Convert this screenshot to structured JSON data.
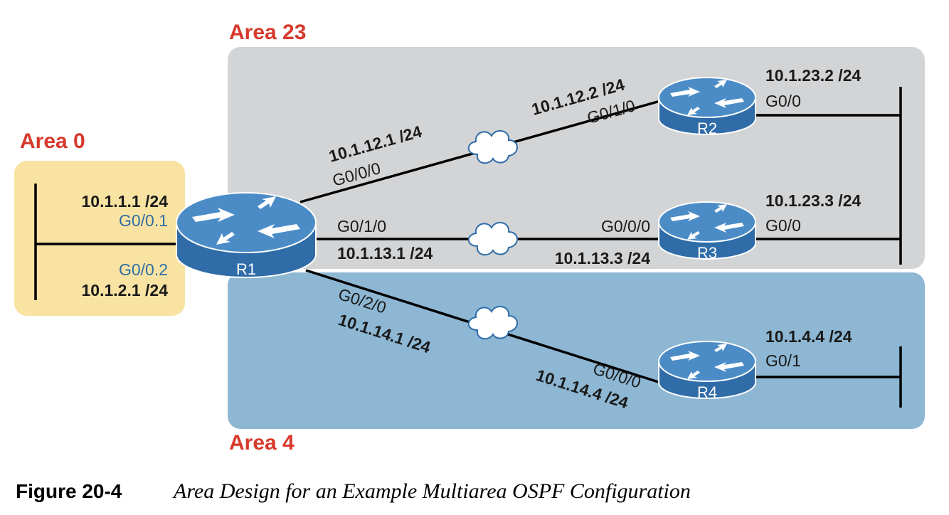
{
  "areas": {
    "area0": "Area 0",
    "area23": "Area 23",
    "area4": "Area 4"
  },
  "colors": {
    "area0_fill": "#f8e3a2",
    "area23_fill": "#d3d4d6",
    "area4_fill": "#8db7d3",
    "area_label": "#d7392c",
    "router_body": "#2f6ca8",
    "router_top": "#4b8cc7",
    "blue_label": "#2f6da4"
  },
  "routers": {
    "r1": "R1",
    "r2": "R2",
    "r3": "R3",
    "r4": "R4"
  },
  "labels": {
    "r1_lan1_ip": "10.1.1.1 /24",
    "r1_lan1_if": "G0/0.1",
    "r1_lan2_if": "G0/0.2",
    "r1_lan2_ip": "10.1.2.1 /24",
    "r1_r2_ip": "10.1.12.1 /24",
    "r1_r2_if": "G0/0/0",
    "r2_r1_ip": "10.1.12.2 /24",
    "r2_r1_if": "G0/1/0",
    "r2_lan_ip": "10.1.23.2 /24",
    "r2_lan_if": "G0/0",
    "r1_r3_if": "G0/1/0",
    "r1_r3_ip": "10.1.13.1 /24",
    "r3_r1_if": "G0/0/0",
    "r3_r1_ip": "10.1.13.3 /24",
    "r3_lan_ip": "10.1.23.3 /24",
    "r3_lan_if": "G0/0",
    "r1_r4_if": "G0/2/0",
    "r1_r4_ip": "10.1.14.1 /24",
    "r4_r1_if": "G0/0/0",
    "r4_r1_ip": "10.1.14.4 /24",
    "r4_lan_ip": "10.1.4.4 /24",
    "r4_lan_if": "G0/1"
  },
  "caption": {
    "figure": "Figure 20-4",
    "text": "Area Design for an Example Multiarea OSPF Configuration"
  }
}
